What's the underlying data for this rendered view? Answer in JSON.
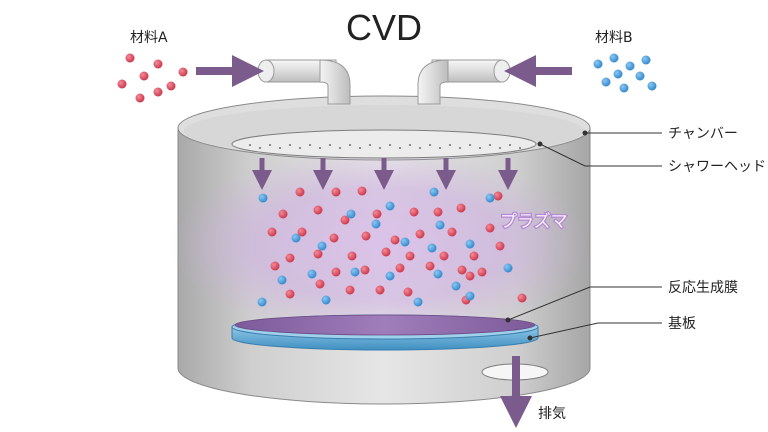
{
  "title": "CVD",
  "labels": {
    "material_a": "材料A",
    "material_b": "材料B",
    "chamber": "チャンバー",
    "shower_head": "シャワーヘッド",
    "plasma": "プラズマ",
    "reaction_film": "反応生成膜",
    "substrate": "基板",
    "exhaust": "排気"
  },
  "colors": {
    "material_a_particle": "#d6455a",
    "material_b_particle": "#3a93d6",
    "arrow": "#7b5a8c",
    "plasma_glow": "#c9a6df",
    "plasma_text": "#f4ecff",
    "substrate_edge": "#5aa7d6",
    "reaction_film": "#8e67a8"
  }
}
